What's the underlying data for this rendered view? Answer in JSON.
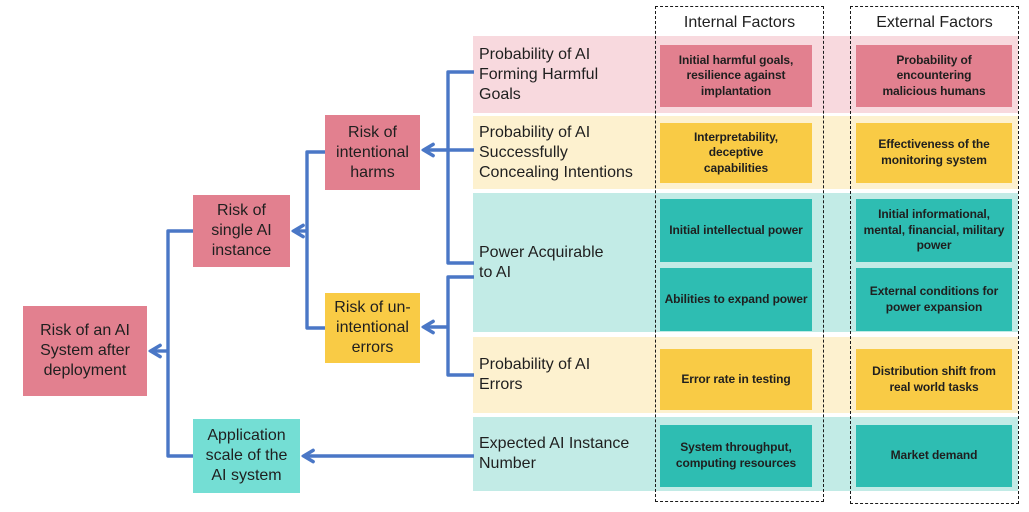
{
  "tree": {
    "root": "Risk of an AI System after deployment",
    "single_instance": "Risk of single AI instance",
    "application_scale": "Application scale of the AI system",
    "intentional_harms": "Risk of intentional harms",
    "unintentional_errors": "Risk of un-intentional errors"
  },
  "columns": {
    "internal_header": "Internal Factors",
    "external_header": "External Factors"
  },
  "rows": [
    {
      "label": "Probability of AI Forming Harmful Goals",
      "internal": [
        "Initial harmful goals, resilience against implantation"
      ],
      "external": [
        "Probability of encountering malicious humans"
      ],
      "tone": "pink"
    },
    {
      "label": "Probability of AI Successfully Concealing Intentions",
      "internal": [
        "Interpretability, deceptive capabilities"
      ],
      "external": [
        "Effectiveness of the monitoring system"
      ],
      "tone": "yellow"
    },
    {
      "label": "Power Acquirable to AI",
      "internal": [
        "Initial intellectual power",
        "Abilities to expand power"
      ],
      "external": [
        "Initial informational, mental, financial, military power",
        "External conditions for power expansion"
      ],
      "tone": "teal"
    },
    {
      "label": "Probability of AI Errors",
      "internal": [
        "Error rate in testing"
      ],
      "external": [
        "Distribution shift from real world tasks"
      ],
      "tone": "yellow"
    },
    {
      "label": "Expected AI Instance Number",
      "internal": [
        "System throughput, computing resources"
      ],
      "external": [
        "Market demand"
      ],
      "tone": "teal"
    }
  ],
  "colors": {
    "pink": "#e2808f",
    "pink_light": "#f8d9de",
    "yellow": "#f9cb45",
    "yellow_light": "#fdf1cf",
    "teal": "#2ebdb2",
    "teal_light": "#c2ebe6",
    "teal_mid": "#74ded4",
    "arrow_blue": "#4a77c6",
    "text": "#1f1f1f",
    "border": "#1a1a1a"
  }
}
